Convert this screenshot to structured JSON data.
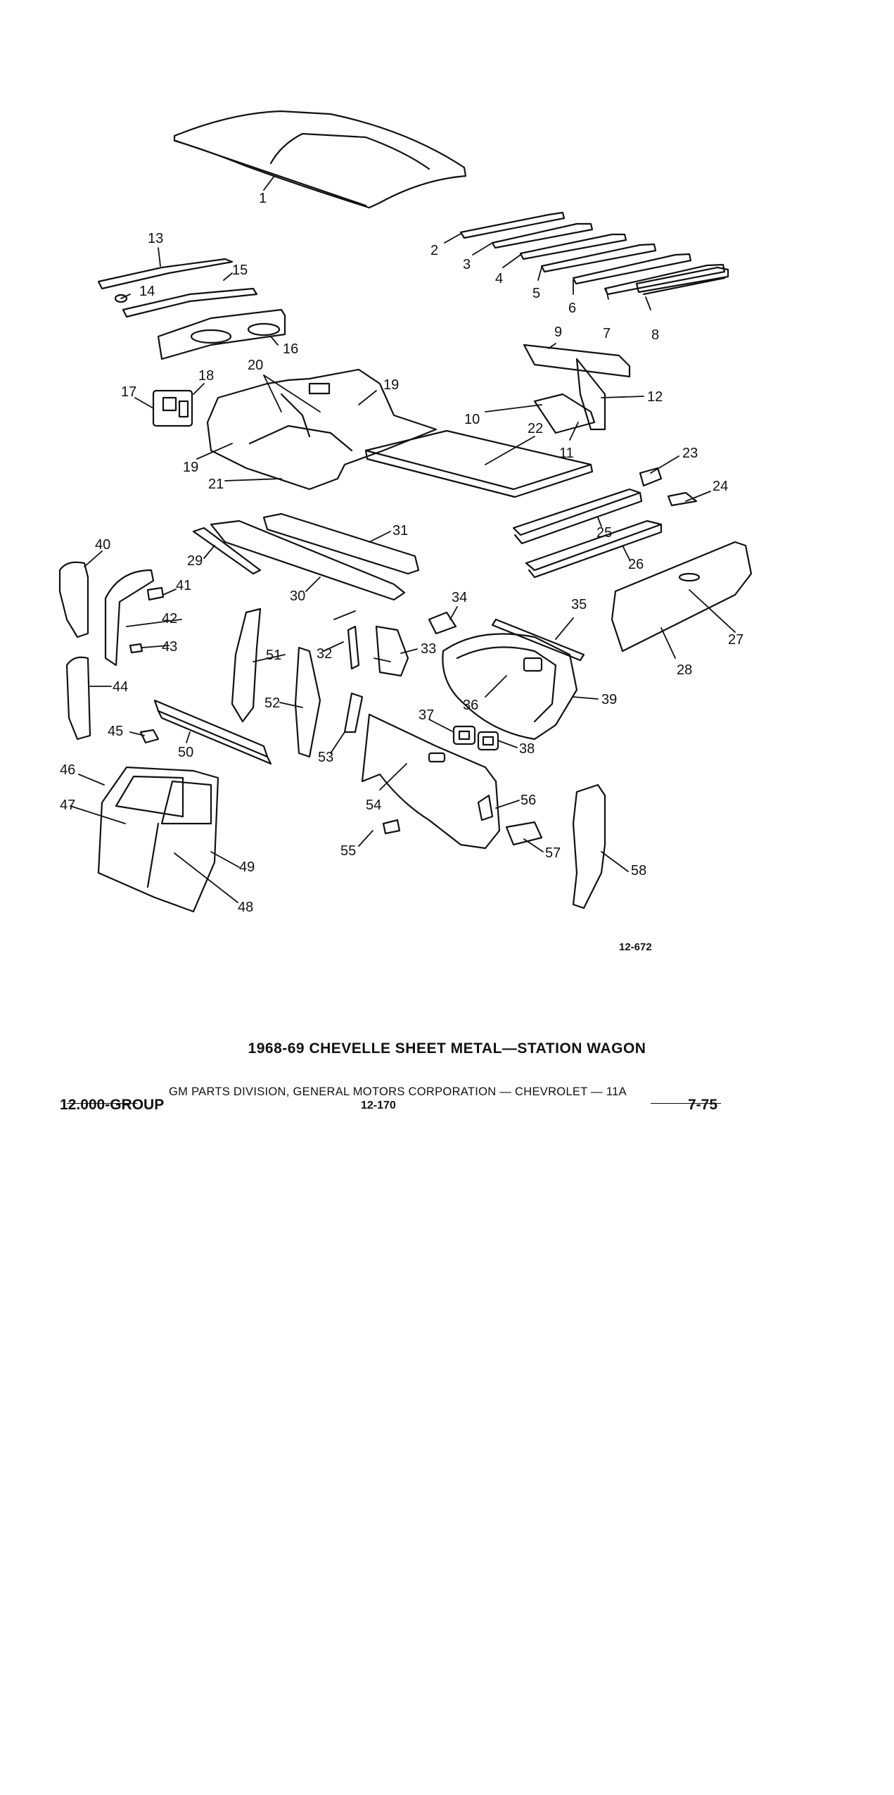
{
  "diagram": {
    "reference_code": "12-672",
    "callouts": [
      "1",
      "2",
      "3",
      "4",
      "5",
      "6",
      "7",
      "8",
      "9",
      "10",
      "11",
      "12",
      "13",
      "14",
      "15",
      "16",
      "17",
      "18",
      "19",
      "20",
      "21",
      "22",
      "23",
      "24",
      "25",
      "26",
      "27",
      "28",
      "29",
      "30",
      "31",
      "32",
      "33",
      "34",
      "35",
      "36",
      "37",
      "38",
      "39",
      "40",
      "41",
      "42",
      "43",
      "44",
      "45",
      "46",
      "47",
      "48",
      "49",
      "50",
      "51",
      "52",
      "53",
      "54",
      "55",
      "56",
      "57",
      "58"
    ]
  },
  "footer": {
    "title": "1968-69 CHEVELLE SHEET METAL—STATION WAGON",
    "division": "GM PARTS DIVISION, GENERAL MOTORS CORPORATION — CHEVROLET — 11A",
    "group": "12.000-GROUP",
    "page_number": "12-170",
    "date": "7-75"
  }
}
